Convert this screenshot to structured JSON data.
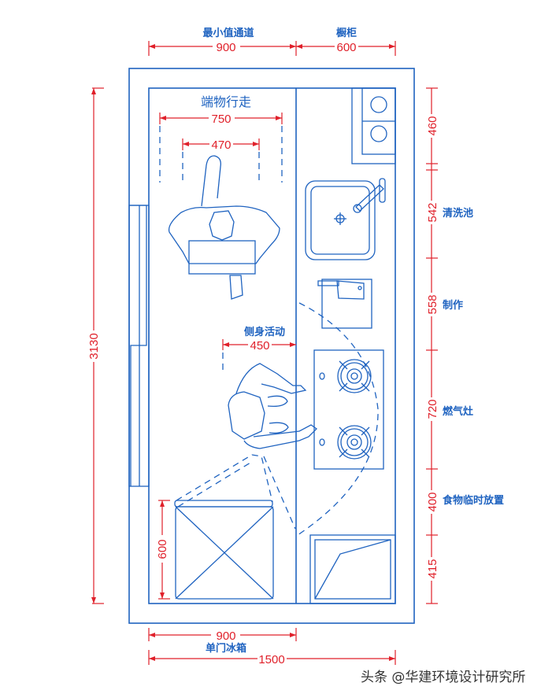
{
  "colors": {
    "line": "#1f63c0",
    "dimension": "#e0202a",
    "background": "#ffffff"
  },
  "top_labels": {
    "aisle_label": "最小值通道",
    "aisle_width": "900",
    "cabinet_label": "橱柜",
    "cabinet_width": "600"
  },
  "walking": {
    "label": "端物行走",
    "outer_width": "750",
    "inner_width": "470"
  },
  "side_activity": {
    "label": "侧身活动",
    "width": "450"
  },
  "left_dimension": {
    "total_length": "3130"
  },
  "right_dimensions": [
    {
      "value": "460",
      "label": ""
    },
    {
      "value": "542",
      "label": "清洗池"
    },
    {
      "value": "558",
      "label": "制作"
    },
    {
      "value": "720",
      "label": "燃气灶"
    },
    {
      "value": "400",
      "label": "食物临时放置"
    },
    {
      "value": "415",
      "label": ""
    }
  ],
  "fridge": {
    "depth": "600",
    "label": "单门冰箱",
    "width": "900"
  },
  "bottom_dimension": {
    "total_width": "1500"
  },
  "watermark": "头条 @华建环境设计研究所"
}
